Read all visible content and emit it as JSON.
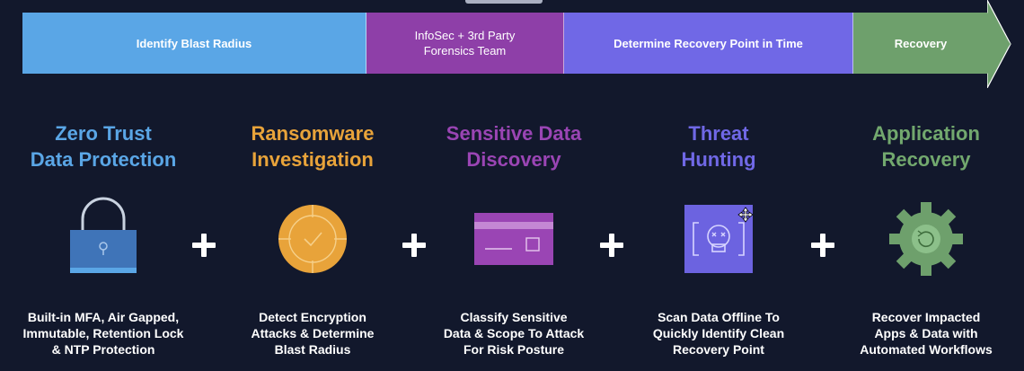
{
  "timeline": {
    "segments": [
      {
        "label": "Identify Blast Radius",
        "color": "#5aa6e6"
      },
      {
        "label": "InfoSec + 3rd Party\nForensics Team",
        "color": "#8e3fa8"
      },
      {
        "label": "Determine Recovery Point in Time",
        "color": "#7068e6"
      },
      {
        "label": "Recovery",
        "color": "#6ea06c"
      }
    ]
  },
  "columns": [
    {
      "title": "Zero Trust\nData Protection",
      "title_color": "#5aa6e6",
      "icon": "padlock-icon",
      "description": "Built-in MFA, Air Gapped,\nImmutable, Retention Lock\n& NTP Protection"
    },
    {
      "title": "Ransomware\nInvestigation",
      "title_color": "#e8a33a",
      "icon": "target-check-icon",
      "description": "Detect Encryption\nAttacks & Determine\nBlast Radius"
    },
    {
      "title": "Sensitive Data\nDiscovery",
      "title_color": "#9a45b4",
      "icon": "credit-card-icon",
      "description": "Classify Sensitive\nData & Scope To Attack\nFor Risk Posture"
    },
    {
      "title": "Threat\nHunting",
      "title_color": "#7068e6",
      "icon": "skull-scan-icon",
      "description": "Scan Data Offline To\nQuickly Identify Clean\nRecovery Point"
    },
    {
      "title": "Application\nRecovery",
      "title_color": "#72a86e",
      "icon": "gear-refresh-icon",
      "description": "Recover Impacted\nApps & Data with\nAutomated Workflows"
    }
  ],
  "connector": "plus-icon"
}
